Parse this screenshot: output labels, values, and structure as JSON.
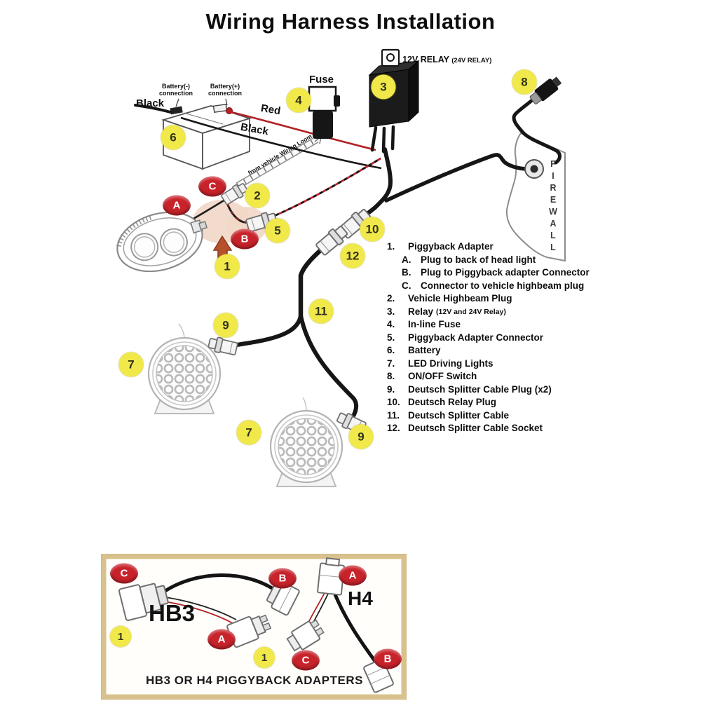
{
  "title": "Wiring Harness Installation",
  "diagram": {
    "relay_label": "12V RELAY",
    "relay_sublabel": "(24V RELAY)",
    "fuse_label": "Fuse",
    "battery_neg_line1": "Battery(-)",
    "battery_neg_line2": "connection",
    "battery_pos_line1": "Battery(+)",
    "battery_pos_line2": "connection",
    "battery_black_label": "Black",
    "red_wire_label": "Red",
    "black_wire_label": "Black",
    "loom_label": "from vehicle Wiring Loom",
    "firewall_label": "FIREWALL"
  },
  "markers": {
    "n1": "1",
    "n2": "2",
    "n3": "3",
    "n4": "4",
    "n5": "5",
    "n6": "6",
    "n7": "7",
    "n8": "8",
    "n9": "9",
    "n10": "10",
    "n11": "11",
    "n12": "12",
    "A": "A",
    "B": "B",
    "C": "C"
  },
  "legend": {
    "items": [
      {
        "num": "1.",
        "text": "Piggyback Adapter"
      },
      {
        "num": "A.",
        "text": "Plug to back of head light"
      },
      {
        "num": "B.",
        "text": "Plug to Piggyback adapter Connector"
      },
      {
        "num": "C.",
        "text": "Connector to vehicle highbeam plug"
      },
      {
        "num": "2.",
        "text": "Vehicle Highbeam Plug"
      },
      {
        "num": "3.",
        "text": "Relay",
        "suffix": "(12V and 24V Relay)"
      },
      {
        "num": "4.",
        "text": "In-line Fuse"
      },
      {
        "num": "5.",
        "text": "Piggyback Adapter Connector"
      },
      {
        "num": "6.",
        "text": "Battery"
      },
      {
        "num": "7.",
        "text": "LED Driving Lights"
      },
      {
        "num": "8.",
        "text": "ON/OFF Switch"
      },
      {
        "num": "9.",
        "text": "Deutsch Splitter Cable Plug (x2)"
      },
      {
        "num": "10.",
        "text": "Deutsch Relay Plug"
      },
      {
        "num": "11.",
        "text": "Deutsch Splitter Cable"
      },
      {
        "num": "12.",
        "text": "Deutsch Splitter Cable Socket"
      }
    ]
  },
  "adapter_panel": {
    "hb3_label": "HB3",
    "h4_label": "H4",
    "caption": "HB3 OR H4 PIGGYBACK ADAPTERS"
  },
  "colors": {
    "marker_yellow": "#f1e94a",
    "marker_red": "#c8232b",
    "highlight_pink": "#f1d7c6",
    "wire_red": "#b32025",
    "arrow_orange": "#b5522c",
    "panel_border": "#d8c18c"
  }
}
